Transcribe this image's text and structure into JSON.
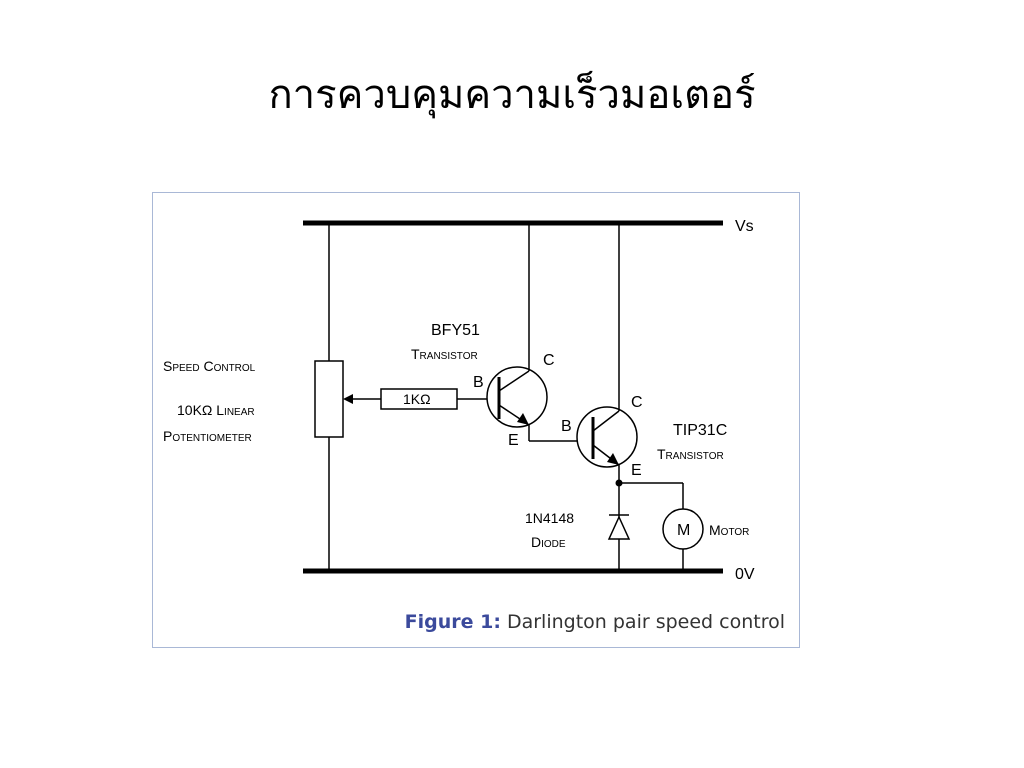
{
  "slide": {
    "title": "การควบคุมความเร็วมอเตอร์"
  },
  "figure": {
    "caption_label": "Figure 1:",
    "caption_text": " Darlington pair speed control",
    "labels": {
      "vs": "Vs",
      "zero_v": "0V",
      "speed_control": "Speed Control",
      "pot_line1": "10KΩ Linear",
      "pot_line2": "Potentiometer",
      "resistor": "1KΩ",
      "q1_name": "BFY51",
      "q1_type": "Transistor",
      "q2_name": "TIP31C",
      "q2_type": "Transistor",
      "base": "B",
      "collector": "C",
      "emitter": "E",
      "diode_name": "1N4148",
      "diode_type": "Diode",
      "motor_symbol": "M",
      "motor": "Motor"
    }
  }
}
